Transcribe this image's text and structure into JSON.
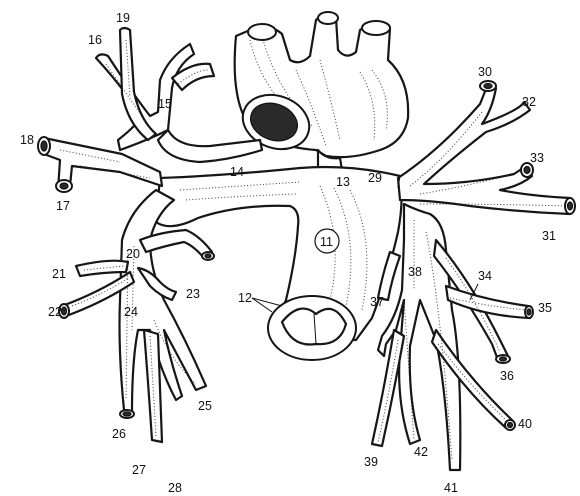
{
  "diagram": {
    "labels": {
      "n11": "11",
      "n12": "12",
      "n13": "13",
      "n14": "14",
      "n15": "15",
      "n16": "16",
      "n17": "17",
      "n18": "18",
      "n19": "19",
      "n20": "20",
      "n21": "21",
      "n22": "22",
      "n23": "23",
      "n24": "24",
      "n25": "25",
      "n26": "26",
      "n27": "27",
      "n28": "28",
      "n29": "29",
      "n30": "30",
      "n31": "31",
      "n32": "32",
      "n33": "33",
      "n34": "34",
      "n35": "35",
      "n36": "36",
      "n37": "37",
      "n38": "38",
      "n39": "39",
      "n40": "40",
      "n41": "41",
      "n42": "42"
    }
  }
}
